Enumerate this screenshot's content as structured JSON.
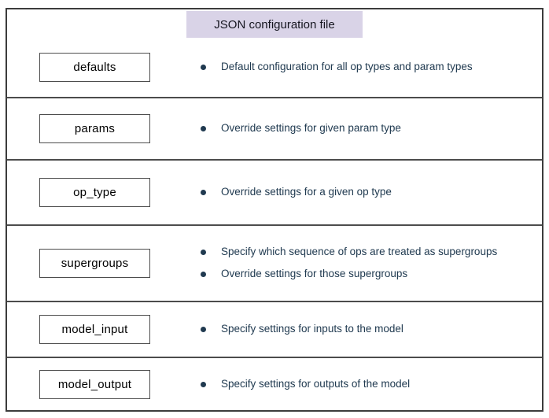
{
  "title": "JSON configuration file",
  "colors": {
    "title_background": "#d9d3e7",
    "bullet_text": "#203a50",
    "frame_border": "#3c3c3c",
    "box_border": "#4d4d4d"
  },
  "rows": [
    {
      "label": "defaults",
      "bullets": [
        "Default configuration for all op types and param types"
      ]
    },
    {
      "label": "params",
      "bullets": [
        "Override settings for given param type"
      ]
    },
    {
      "label": "op_type",
      "bullets": [
        "Override settings for a given op type"
      ]
    },
    {
      "label": "supergroups",
      "bullets": [
        "Specify which sequence of ops are treated as supergroups",
        "Override settings for those supergroups"
      ]
    },
    {
      "label": "model_input",
      "bullets": [
        "Specify settings for inputs to the model"
      ]
    },
    {
      "label": "model_output",
      "bullets": [
        "Specify settings for outputs of the model"
      ]
    }
  ]
}
